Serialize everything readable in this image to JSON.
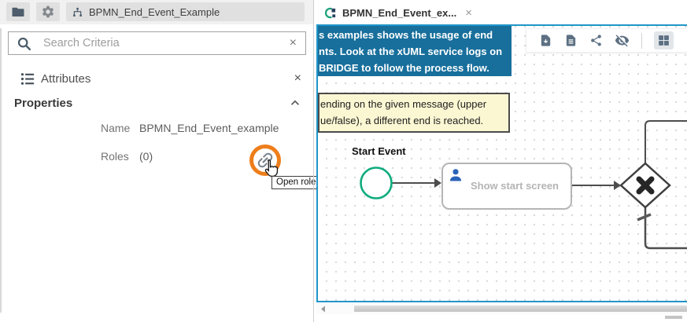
{
  "left_panel": {
    "topbar": {
      "model_tab_label": "BPMN_End_Event_Example"
    },
    "search": {
      "placeholder": "Search Criteria",
      "clear_glyph": "×"
    },
    "attributes": {
      "title": "Attributes",
      "close_glyph": "×"
    },
    "properties": {
      "title": "Properties",
      "name_label": "Name",
      "name_value": "BPMN_End_Event_example",
      "roles_label": "Roles",
      "roles_value": "(0)",
      "role_editor_tooltip": "Open role editor"
    }
  },
  "editor": {
    "tab": {
      "label": "BPMN_End_Event_ex...",
      "close_glyph": "×"
    },
    "info_note_lines": [
      "s examples shows the usage of end",
      "nts. Look at the xUML service logs on",
      "BRIDGE to follow the process flow."
    ],
    "hint_note_lines": [
      "ending on the given message (upper",
      "ue/false), a different end is reached."
    ],
    "toolbar_icon_names": [
      "download-file-icon",
      "document-icon",
      "share-icon",
      "hide-visibility-icon",
      "grid-layout-icon",
      "partial-pointer-icon"
    ],
    "diagram": {
      "start_event_label": "Start Event",
      "task_label": "Show start screen"
    }
  },
  "colors": {
    "canvas_border_blue": "#2196c9",
    "info_note_bg": "#186f9c",
    "hint_note_bg": "#fbf7d3",
    "highlight_orange": "#ee7e1b",
    "start_event_green": "#0eac7e",
    "toolbar_icon_slate": "#5d7083",
    "task_person_blue": "#2a62b8"
  }
}
